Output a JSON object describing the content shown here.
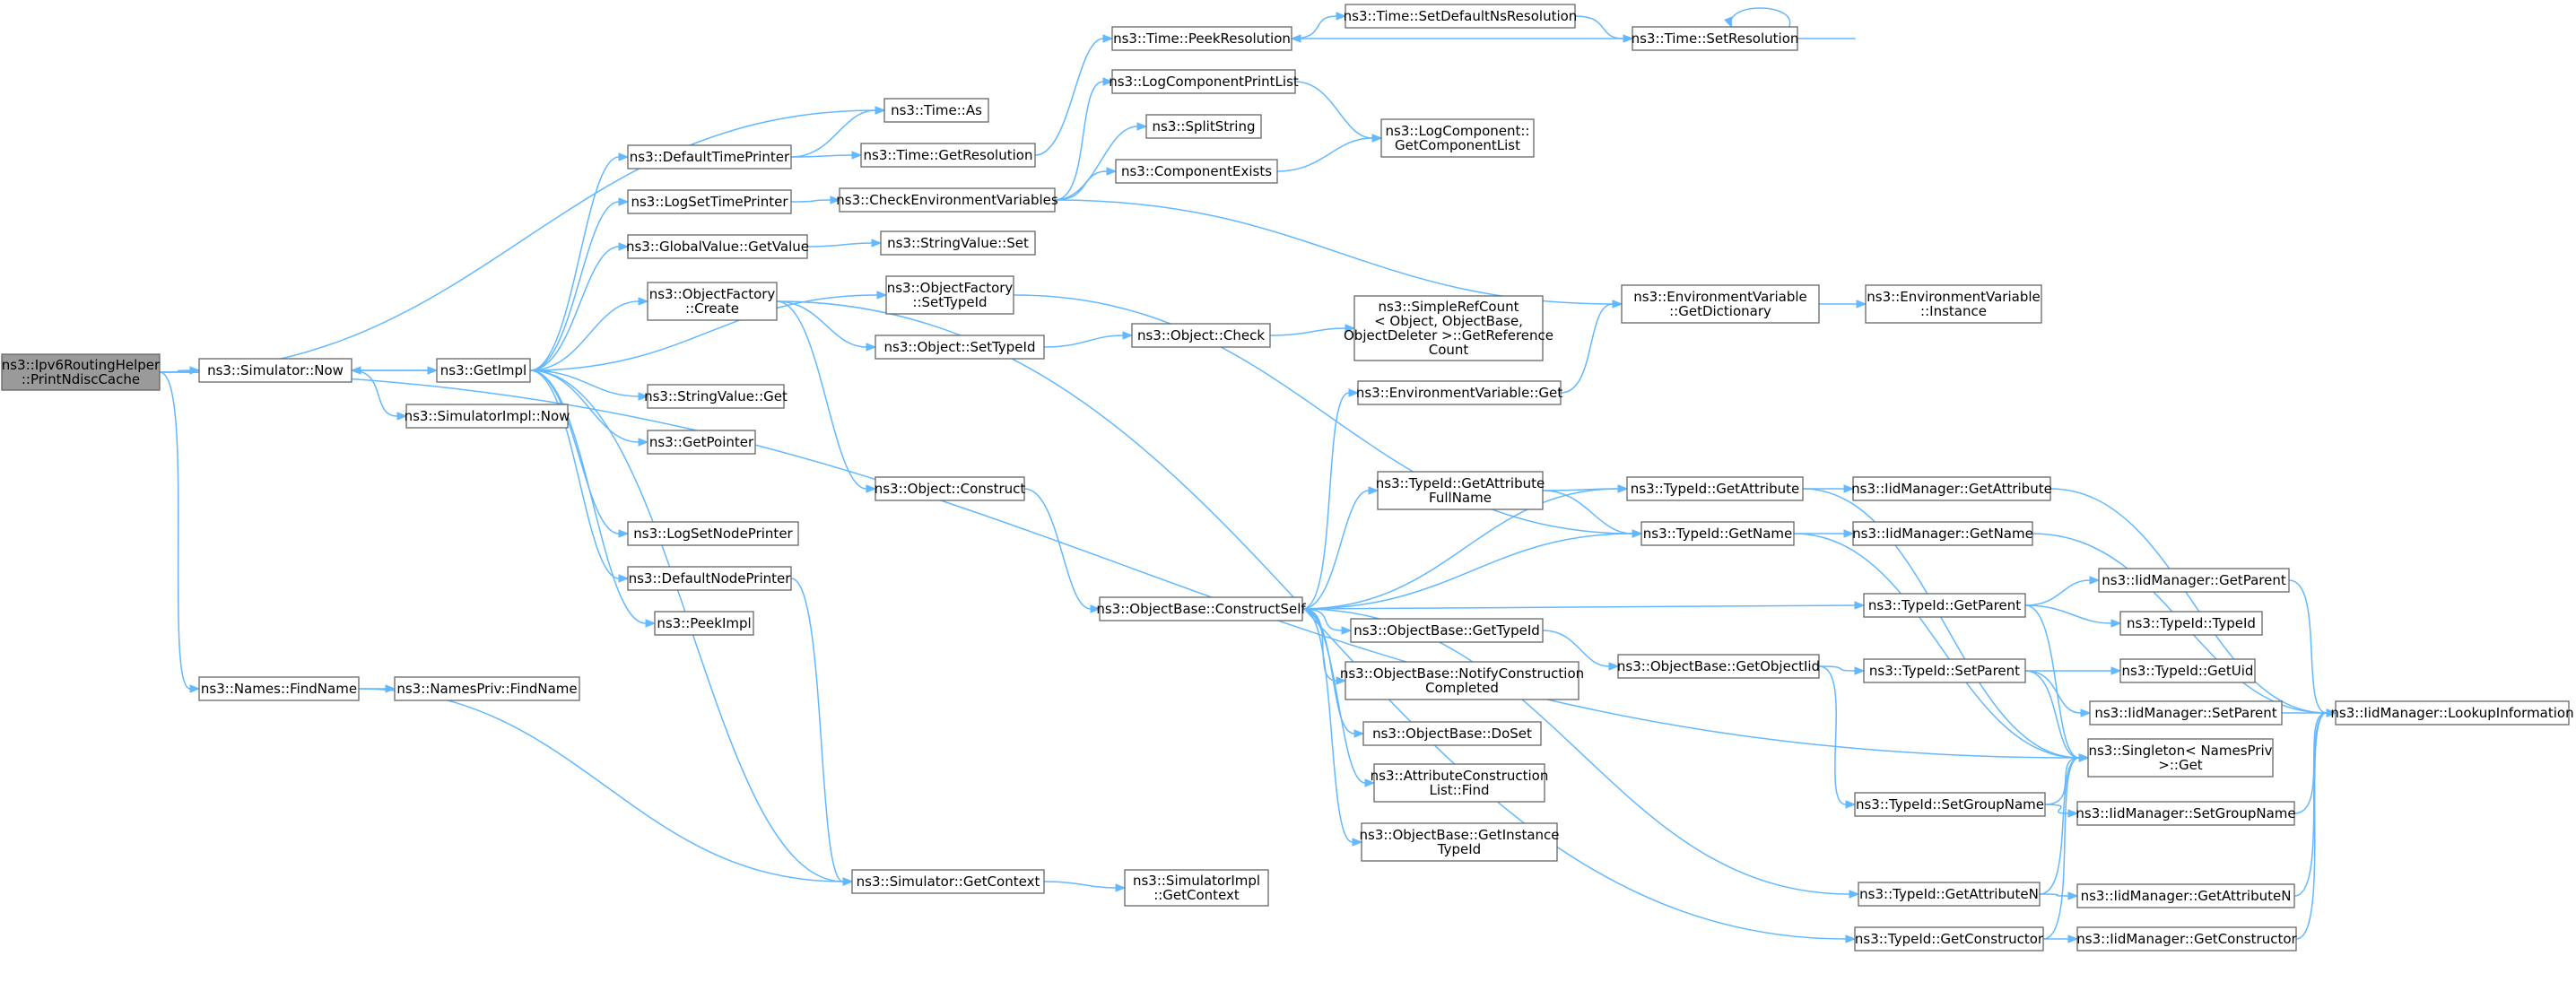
{
  "graph": {
    "nodes": [
      {
        "id": "root",
        "lines": [
          "ns3::Ipv6RoutingHelper",
          "::PrintNdiscCache"
        ],
        "root": true
      },
      {
        "id": "simnow",
        "lines": [
          "ns3::Simulator::Now"
        ]
      },
      {
        "id": "findname",
        "lines": [
          "ns3::Names::FindName"
        ]
      },
      {
        "id": "npfindname",
        "lines": [
          "ns3::NamesPriv::FindName"
        ]
      },
      {
        "id": "getimpl",
        "lines": [
          "ns3::GetImpl"
        ]
      },
      {
        "id": "simimplnow",
        "lines": [
          "ns3::SimulatorImpl::Now"
        ]
      },
      {
        "id": "timeas",
        "lines": [
          "ns3::Time::As"
        ]
      },
      {
        "id": "dtp",
        "lines": [
          "ns3::DefaultTimePrinter"
        ]
      },
      {
        "id": "lstp",
        "lines": [
          "ns3::LogSetTimePrinter"
        ]
      },
      {
        "id": "gvget",
        "lines": [
          "ns3::GlobalValue::GetValue"
        ]
      },
      {
        "id": "ofcreate",
        "lines": [
          "ns3::ObjectFactory",
          "::Create"
        ]
      },
      {
        "id": "svget",
        "lines": [
          "ns3::StringValue::Get"
        ]
      },
      {
        "id": "getptr",
        "lines": [
          "ns3::GetPointer"
        ]
      },
      {
        "id": "lsnp",
        "lines": [
          "ns3::LogSetNodePrinter"
        ]
      },
      {
        "id": "dnp",
        "lines": [
          "ns3::DefaultNodePrinter"
        ]
      },
      {
        "id": "peekimpl",
        "lines": [
          "ns3::PeekImpl"
        ]
      },
      {
        "id": "timegetres",
        "lines": [
          "ns3::Time::GetResolution"
        ]
      },
      {
        "id": "timepeekres",
        "lines": [
          "ns3::Time::PeekResolution"
        ]
      },
      {
        "id": "logcpl",
        "lines": [
          "ns3::LogComponentPrintList"
        ]
      },
      {
        "id": "splitstr",
        "lines": [
          "ns3::SplitString"
        ]
      },
      {
        "id": "compexists",
        "lines": [
          "ns3::ComponentExists"
        ]
      },
      {
        "id": "checkenv",
        "lines": [
          "ns3::CheckEnvironmentVariables"
        ]
      },
      {
        "id": "svset",
        "lines": [
          "ns3::StringValue::Set"
        ]
      },
      {
        "id": "ofsettid",
        "lines": [
          "ns3::ObjectFactory",
          "::SetTypeId"
        ]
      },
      {
        "id": "objsettid",
        "lines": [
          "ns3::Object::SetTypeId"
        ]
      },
      {
        "id": "objconstruct",
        "lines": [
          "ns3::Object::Construct"
        ]
      },
      {
        "id": "simgetctx",
        "lines": [
          "ns3::Simulator::GetContext"
        ]
      },
      {
        "id": "simimplgetctx",
        "lines": [
          "ns3::SimulatorImpl",
          "::GetContext"
        ]
      },
      {
        "id": "timesetdef",
        "lines": [
          "ns3::Time::SetDefaultNsResolution"
        ]
      },
      {
        "id": "timesetres",
        "lines": [
          "ns3::Time::SetResolution"
        ]
      },
      {
        "id": "logcgcl",
        "lines": [
          "ns3::LogComponent::",
          "GetComponentList"
        ]
      },
      {
        "id": "objcheck",
        "lines": [
          "ns3::Object::Check"
        ]
      },
      {
        "id": "srcgetref",
        "lines": [
          "ns3::SimpleRefCount",
          "< Object, ObjectBase,",
          "ObjectDeleter >::GetReference",
          "Count"
        ]
      },
      {
        "id": "envget",
        "lines": [
          "ns3::EnvironmentVariable::Get"
        ]
      },
      {
        "id": "envgetdict",
        "lines": [
          "ns3::EnvironmentVariable",
          "::GetDictionary"
        ]
      },
      {
        "id": "envinst",
        "lines": [
          "ns3::EnvironmentVariable",
          "::Instance"
        ]
      },
      {
        "id": "obconstructself",
        "lines": [
          "ns3::ObjectBase::ConstructSelf"
        ]
      },
      {
        "id": "tidgetattrfull",
        "lines": [
          "ns3::TypeId::GetAttribute",
          "FullName"
        ]
      },
      {
        "id": "obgettid",
        "lines": [
          "ns3::ObjectBase::GetTypeId"
        ]
      },
      {
        "id": "obnotify",
        "lines": [
          "ns3::ObjectBase::NotifyConstruction",
          "Completed"
        ]
      },
      {
        "id": "obdoset",
        "lines": [
          "ns3::ObjectBase::DoSet"
        ]
      },
      {
        "id": "aclfind",
        "lines": [
          "ns3::AttributeConstruction",
          "List::Find"
        ]
      },
      {
        "id": "obgetinst",
        "lines": [
          "ns3::ObjectBase::GetInstance",
          "TypeId"
        ]
      },
      {
        "id": "tidgetattr",
        "lines": [
          "ns3::TypeId::GetAttribute"
        ]
      },
      {
        "id": "tidgetname",
        "lines": [
          "ns3::TypeId::GetName"
        ]
      },
      {
        "id": "obgetobjtid",
        "lines": [
          "ns3::ObjectBase::GetObjectIid"
        ]
      },
      {
        "id": "tidgetparent",
        "lines": [
          "ns3::TypeId::GetParent"
        ]
      },
      {
        "id": "tidsetparent",
        "lines": [
          "ns3::TypeId::SetParent"
        ]
      },
      {
        "id": "tidsetgroup",
        "lines": [
          "ns3::TypeId::SetGroupName"
        ]
      },
      {
        "id": "tidgetattrn",
        "lines": [
          "ns3::TypeId::GetAttributeN"
        ]
      },
      {
        "id": "tidgetctor",
        "lines": [
          "ns3::TypeId::GetConstructor"
        ]
      },
      {
        "id": "iidgetattr",
        "lines": [
          "ns3::IidManager::GetAttribute"
        ]
      },
      {
        "id": "iidgetname",
        "lines": [
          "ns3::IidManager::GetName"
        ]
      },
      {
        "id": "iidgetparent",
        "lines": [
          "ns3::IidManager::GetParent"
        ]
      },
      {
        "id": "tidtypeid",
        "lines": [
          "ns3::TypeId::TypeId"
        ]
      },
      {
        "id": "tidgetuid",
        "lines": [
          "ns3::TypeId::GetUid"
        ]
      },
      {
        "id": "iidsetparent",
        "lines": [
          "ns3::IidManager::SetParent"
        ]
      },
      {
        "id": "singleton",
        "lines": [
          "ns3::Singleton< NamesPriv",
          ">::Get"
        ]
      },
      {
        "id": "iidsetgroup",
        "lines": [
          "ns3::IidManager::SetGroupName"
        ]
      },
      {
        "id": "iidgetattrn",
        "lines": [
          "ns3::IidManager::GetAttributeN"
        ]
      },
      {
        "id": "iidgetctor",
        "lines": [
          "ns3::IidManager::GetConstructor"
        ]
      },
      {
        "id": "iidlookup",
        "lines": [
          "ns3::IidManager::LookupInformation"
        ]
      }
    ]
  }
}
